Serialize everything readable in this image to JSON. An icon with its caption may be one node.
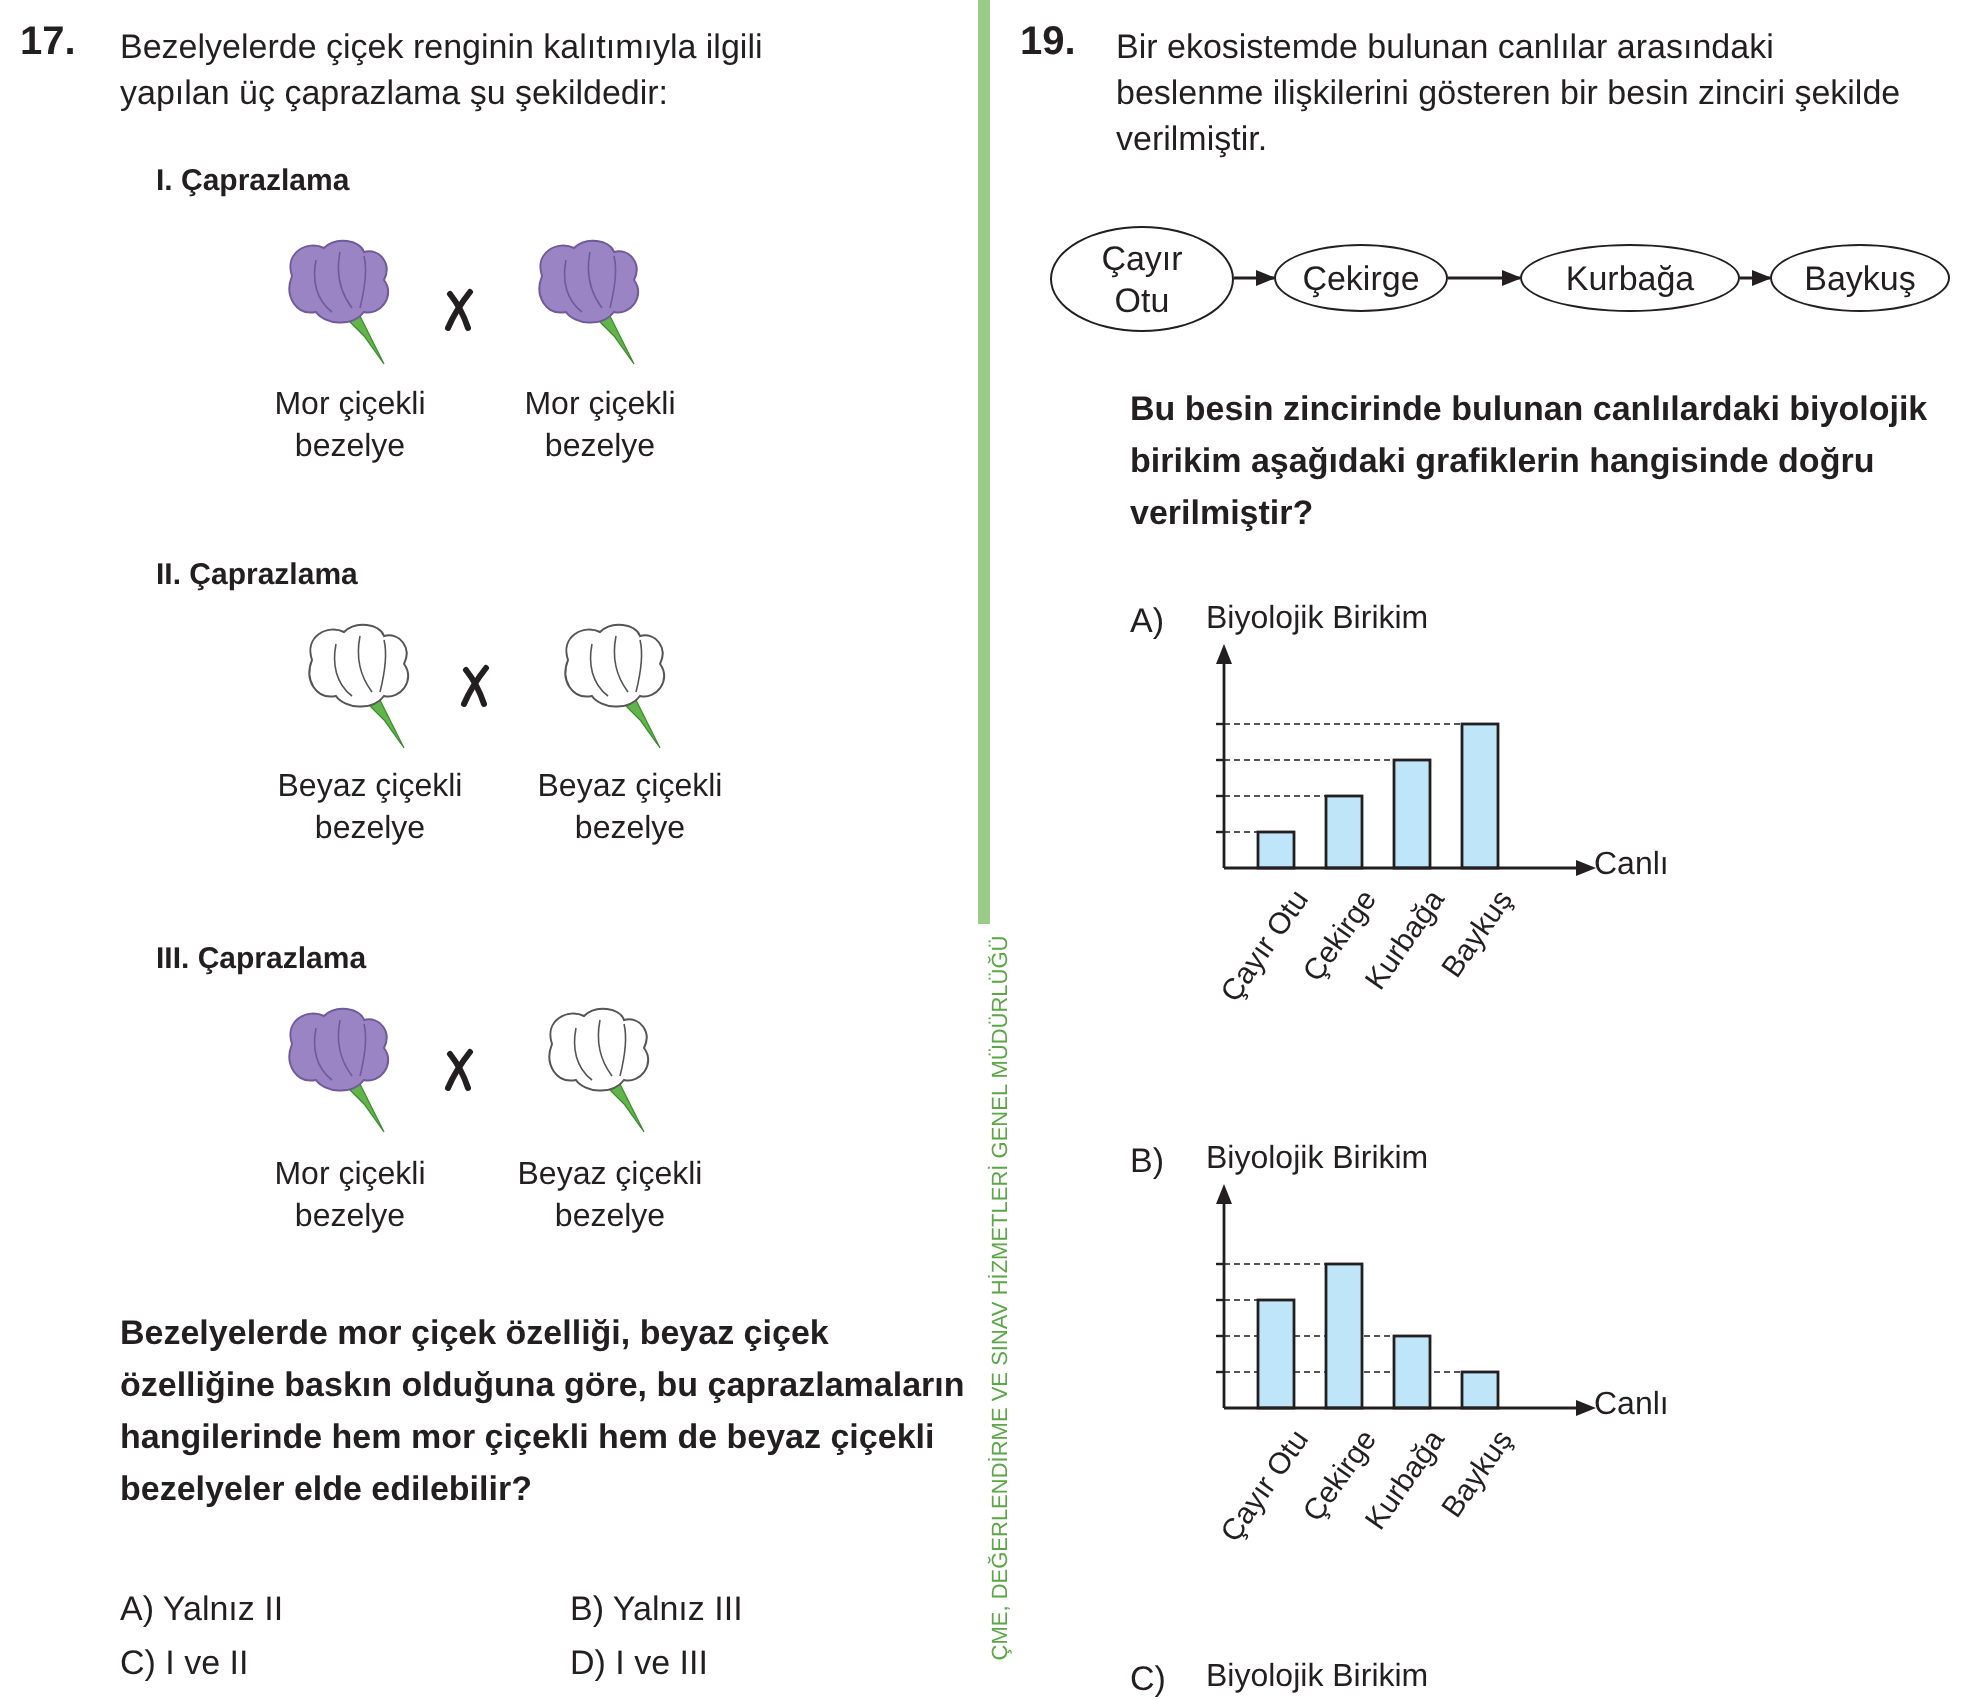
{
  "diagram": {
    "nodes": [
      {
        "text": [
          "Çayır Otu"
        ]
      },
      {
        "text": [
          "Çekirge"
        ]
      },
      {
        "text": [
          "Kurbağa"
        ]
      },
      {
        "text": [
          "Baykuş"
        ]
      }
    ],
    "edges": [
      {
        "from": 0,
        "to": 1,
        "arrow": "to"
      },
      {
        "from": 1,
        "to": 2,
        "arrow": "to"
      },
      {
        "from": 2,
        "to": 3,
        "arrow": "to"
      }
    ],
    "labels": [
      "17.",
      "Bezelyelerde çiçek renginin kalıtımıyla ilgili yapılan üç çaprazlama şu şekildedir:",
      "I. Çaprazlama",
      "Mor çiçekli bezelye",
      "Mor çiçekli bezelye",
      "II. Çaprazlama",
      "Beyaz çiçekli bezelye",
      "Beyaz çiçekli bezelye",
      "III. Çaprazlama",
      "Mor çiçekli bezelye",
      "Beyaz çiçekli bezelye",
      "Bezelyelerde mor çiçek özelliği, beyaz çiçek özelliğine baskın olduğuna göre, bu çaprazlamaların hangilerinde hem mor çiçekli hem de beyaz çiçekli bezelyeler elde edilebilir?",
      "A) Yalnız II",
      "B) Yalnız III",
      "C) I ve II",
      "D) I ve III",
      "ÇME, DEĞERLENDİRME VE SINAV HİZMETLERİ GENEL MÜDÜRLÜĞÜ",
      "19.",
      "Bir ekosistemde bulunan canlılar arasındaki beslenme ilişkilerini gösteren bir besin zinciri şekilde verilmiştir.",
      "Bu besin zincirinde bulunan canlılardaki biyolojik birikim aşağıdaki grafiklerin hangisinde doğru verilmiştir?",
      "A)",
      "Biyolojik Birikim",
      "Canlı",
      "Çayır Otu",
      "Çekirge",
      "Kurbağa",
      "Baykuş",
      "B)",
      "Biyolojik Birikim",
      "Canlı",
      "Çayır Otu",
      "Çekirge",
      "Kurbağa",
      "Baykuş",
      "C)",
      "Biyolojik Birikim"
    ]
  }
}
